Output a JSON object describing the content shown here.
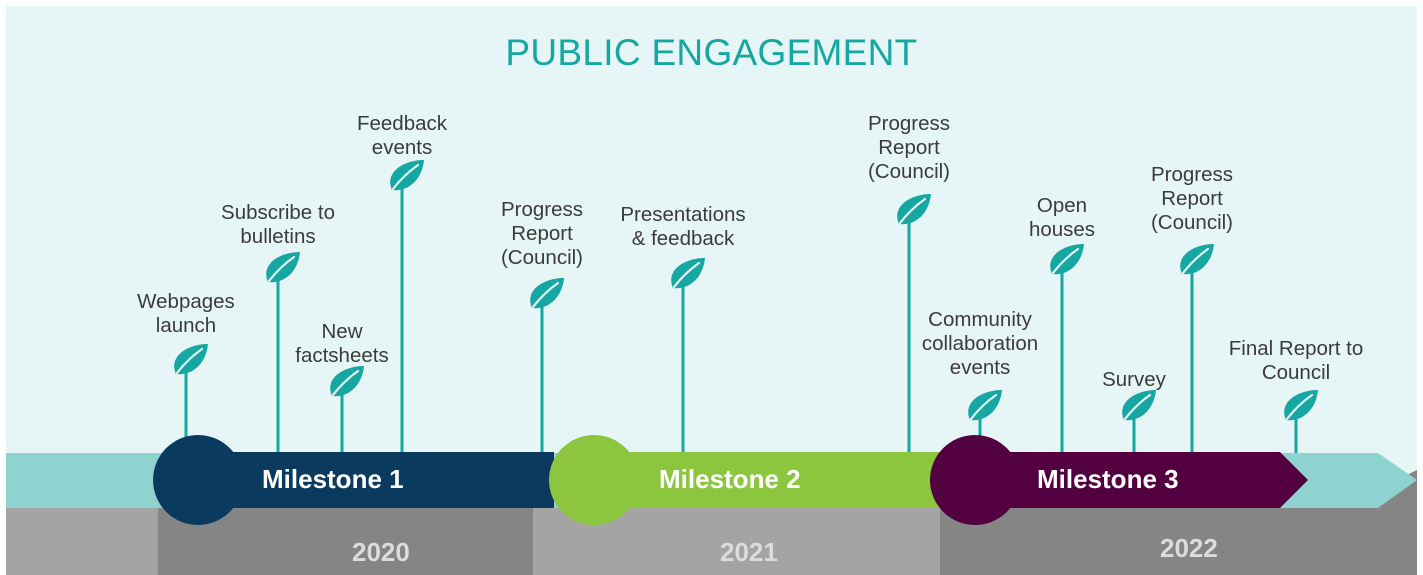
{
  "title": "PUBLIC ENGAGEMENT",
  "colors": {
    "title": "#17a7a2",
    "stem": "#17a7a2",
    "leaf": "#17a7a2",
    "background": "#e6f6f7",
    "track": "#8fd3d0",
    "milestone_1": "#0b3a5f",
    "milestone_2": "#8cc63f",
    "milestone_3": "#520040",
    "year_band_light": "#a4a4a4",
    "year_band_dark": "#858585"
  },
  "milestones": [
    {
      "label": "Milestone 1"
    },
    {
      "label": "Milestone 2"
    },
    {
      "label": "Milestone 3"
    }
  ],
  "years": [
    {
      "label": "2020"
    },
    {
      "label": "2021"
    },
    {
      "label": "2022"
    }
  ],
  "events": [
    {
      "label": "Webpages\nlaunch",
      "icon": "leaf-icon"
    },
    {
      "label": "Subscribe to\nbulletins",
      "icon": "leaf-icon"
    },
    {
      "label": "New\nfactsheets",
      "icon": "leaf-icon"
    },
    {
      "label": "Feedback\nevents",
      "icon": "leaf-icon"
    },
    {
      "label": "Progress\nReport\n(Council)",
      "icon": "leaf-icon"
    },
    {
      "label": "Presentations\n& feedback",
      "icon": "leaf-icon"
    },
    {
      "label": "Progress\nReport\n(Council)",
      "icon": "leaf-icon"
    },
    {
      "label": "Community\ncollaboration\nevents",
      "icon": "leaf-icon"
    },
    {
      "label": "Open\nhouses",
      "icon": "leaf-icon"
    },
    {
      "label": "Survey",
      "icon": "leaf-icon"
    },
    {
      "label": "Progress\nReport\n(Council)",
      "icon": "leaf-icon"
    },
    {
      "label": "Final Report to\nCouncil",
      "icon": "leaf-icon"
    }
  ]
}
